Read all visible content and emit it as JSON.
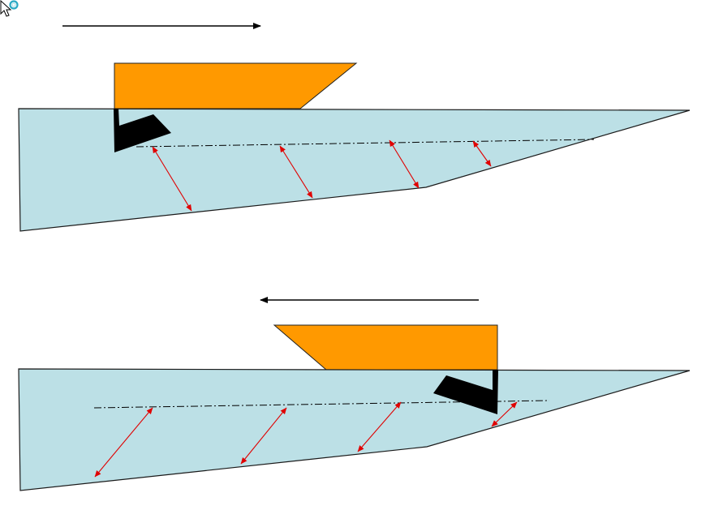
{
  "colors": {
    "background": "#ffffff",
    "wedge_fill": "#bce0e6",
    "wedge_stroke": "#1a1a1a",
    "block_fill": "#ff9900",
    "block_stroke": "#222222",
    "tool_fill": "#000000",
    "arrow_color": "#000000",
    "distance_arrow_color": "#e00000",
    "centerline_color": "#000000",
    "cursor_accent": "#2aa9c4"
  },
  "icons": {
    "cursor": "busy-cursor-icon",
    "direction_right": "arrow-right-icon",
    "direction_left": "arrow-left-icon"
  },
  "panels": [
    {
      "name": "top",
      "direction": "right",
      "distance_marker_count": 4
    },
    {
      "name": "bottom",
      "direction": "left",
      "distance_marker_count": 4
    }
  ]
}
